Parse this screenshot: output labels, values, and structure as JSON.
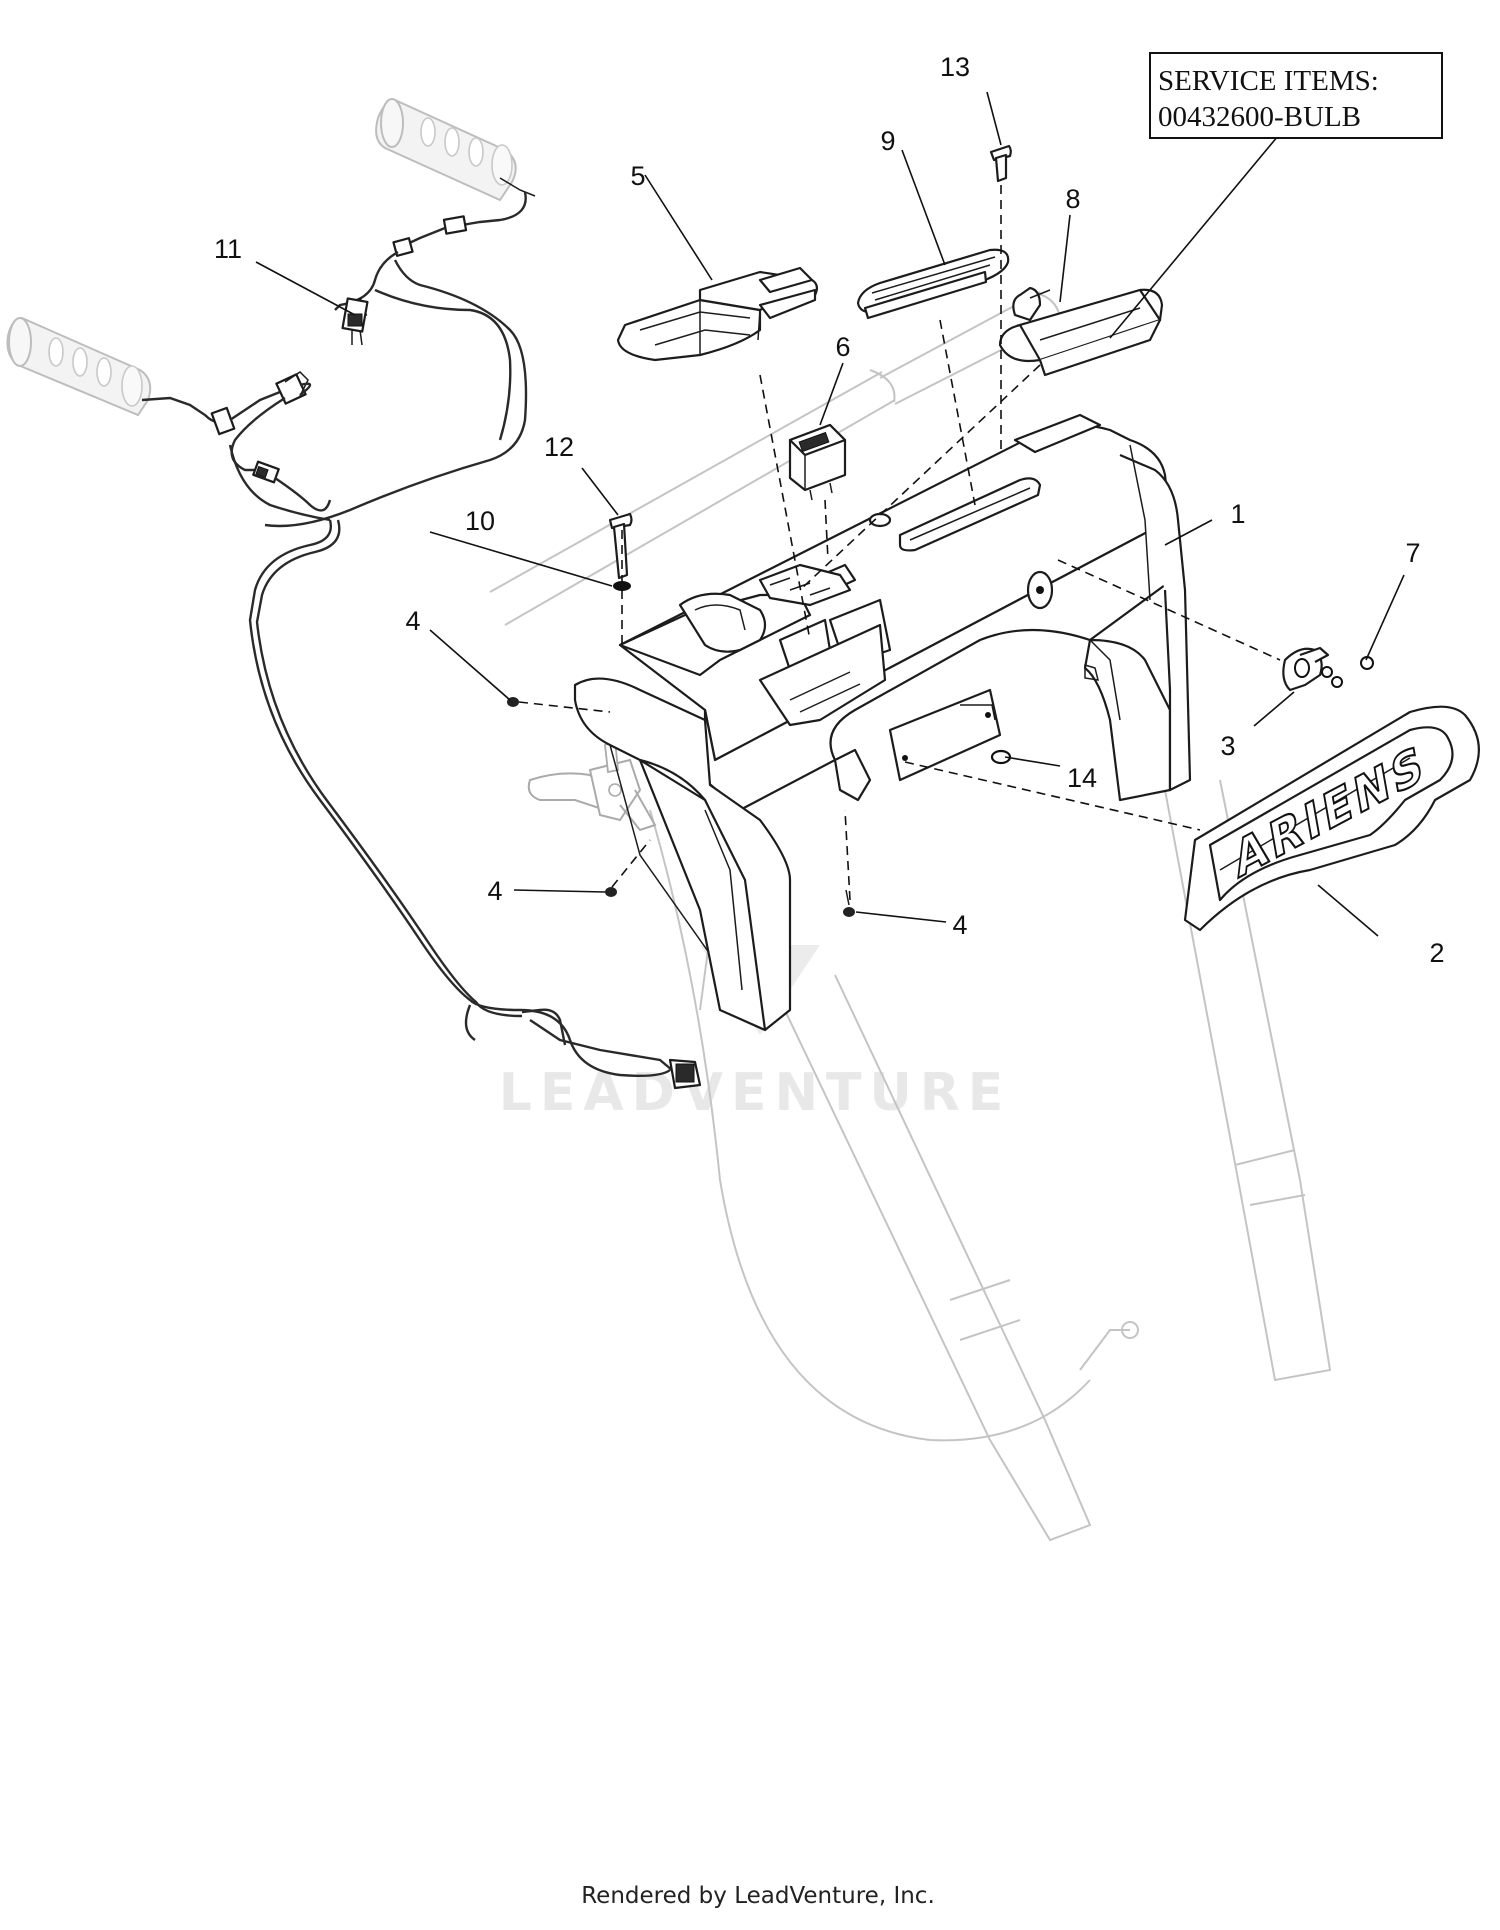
{
  "diagram": {
    "service_box": {
      "line1": "SERVICE ITEMS:",
      "line2": "00432600-BULB"
    },
    "callouts": [
      {
        "id": "c1",
        "label": "1"
      },
      {
        "id": "c2",
        "label": "2"
      },
      {
        "id": "c3",
        "label": "3"
      },
      {
        "id": "c4a",
        "label": "4"
      },
      {
        "id": "c4b",
        "label": "4"
      },
      {
        "id": "c4c",
        "label": "4"
      },
      {
        "id": "c5",
        "label": "5"
      },
      {
        "id": "c6",
        "label": "6"
      },
      {
        "id": "c7",
        "label": "7"
      },
      {
        "id": "c8",
        "label": "8"
      },
      {
        "id": "c9",
        "label": "9"
      },
      {
        "id": "c10",
        "label": "10"
      },
      {
        "id": "c11",
        "label": "11"
      },
      {
        "id": "c12",
        "label": "12"
      },
      {
        "id": "c13",
        "label": "13"
      },
      {
        "id": "c14",
        "label": "14"
      }
    ],
    "nameplate_text": "ARIENS",
    "watermark": "LEADVENTURE",
    "footer": "Rendered by LeadVenture, Inc.",
    "colors": {
      "line": "#1c1c1c",
      "ghost": "#c4c4c4",
      "watermark": "#e6e6e6"
    }
  }
}
